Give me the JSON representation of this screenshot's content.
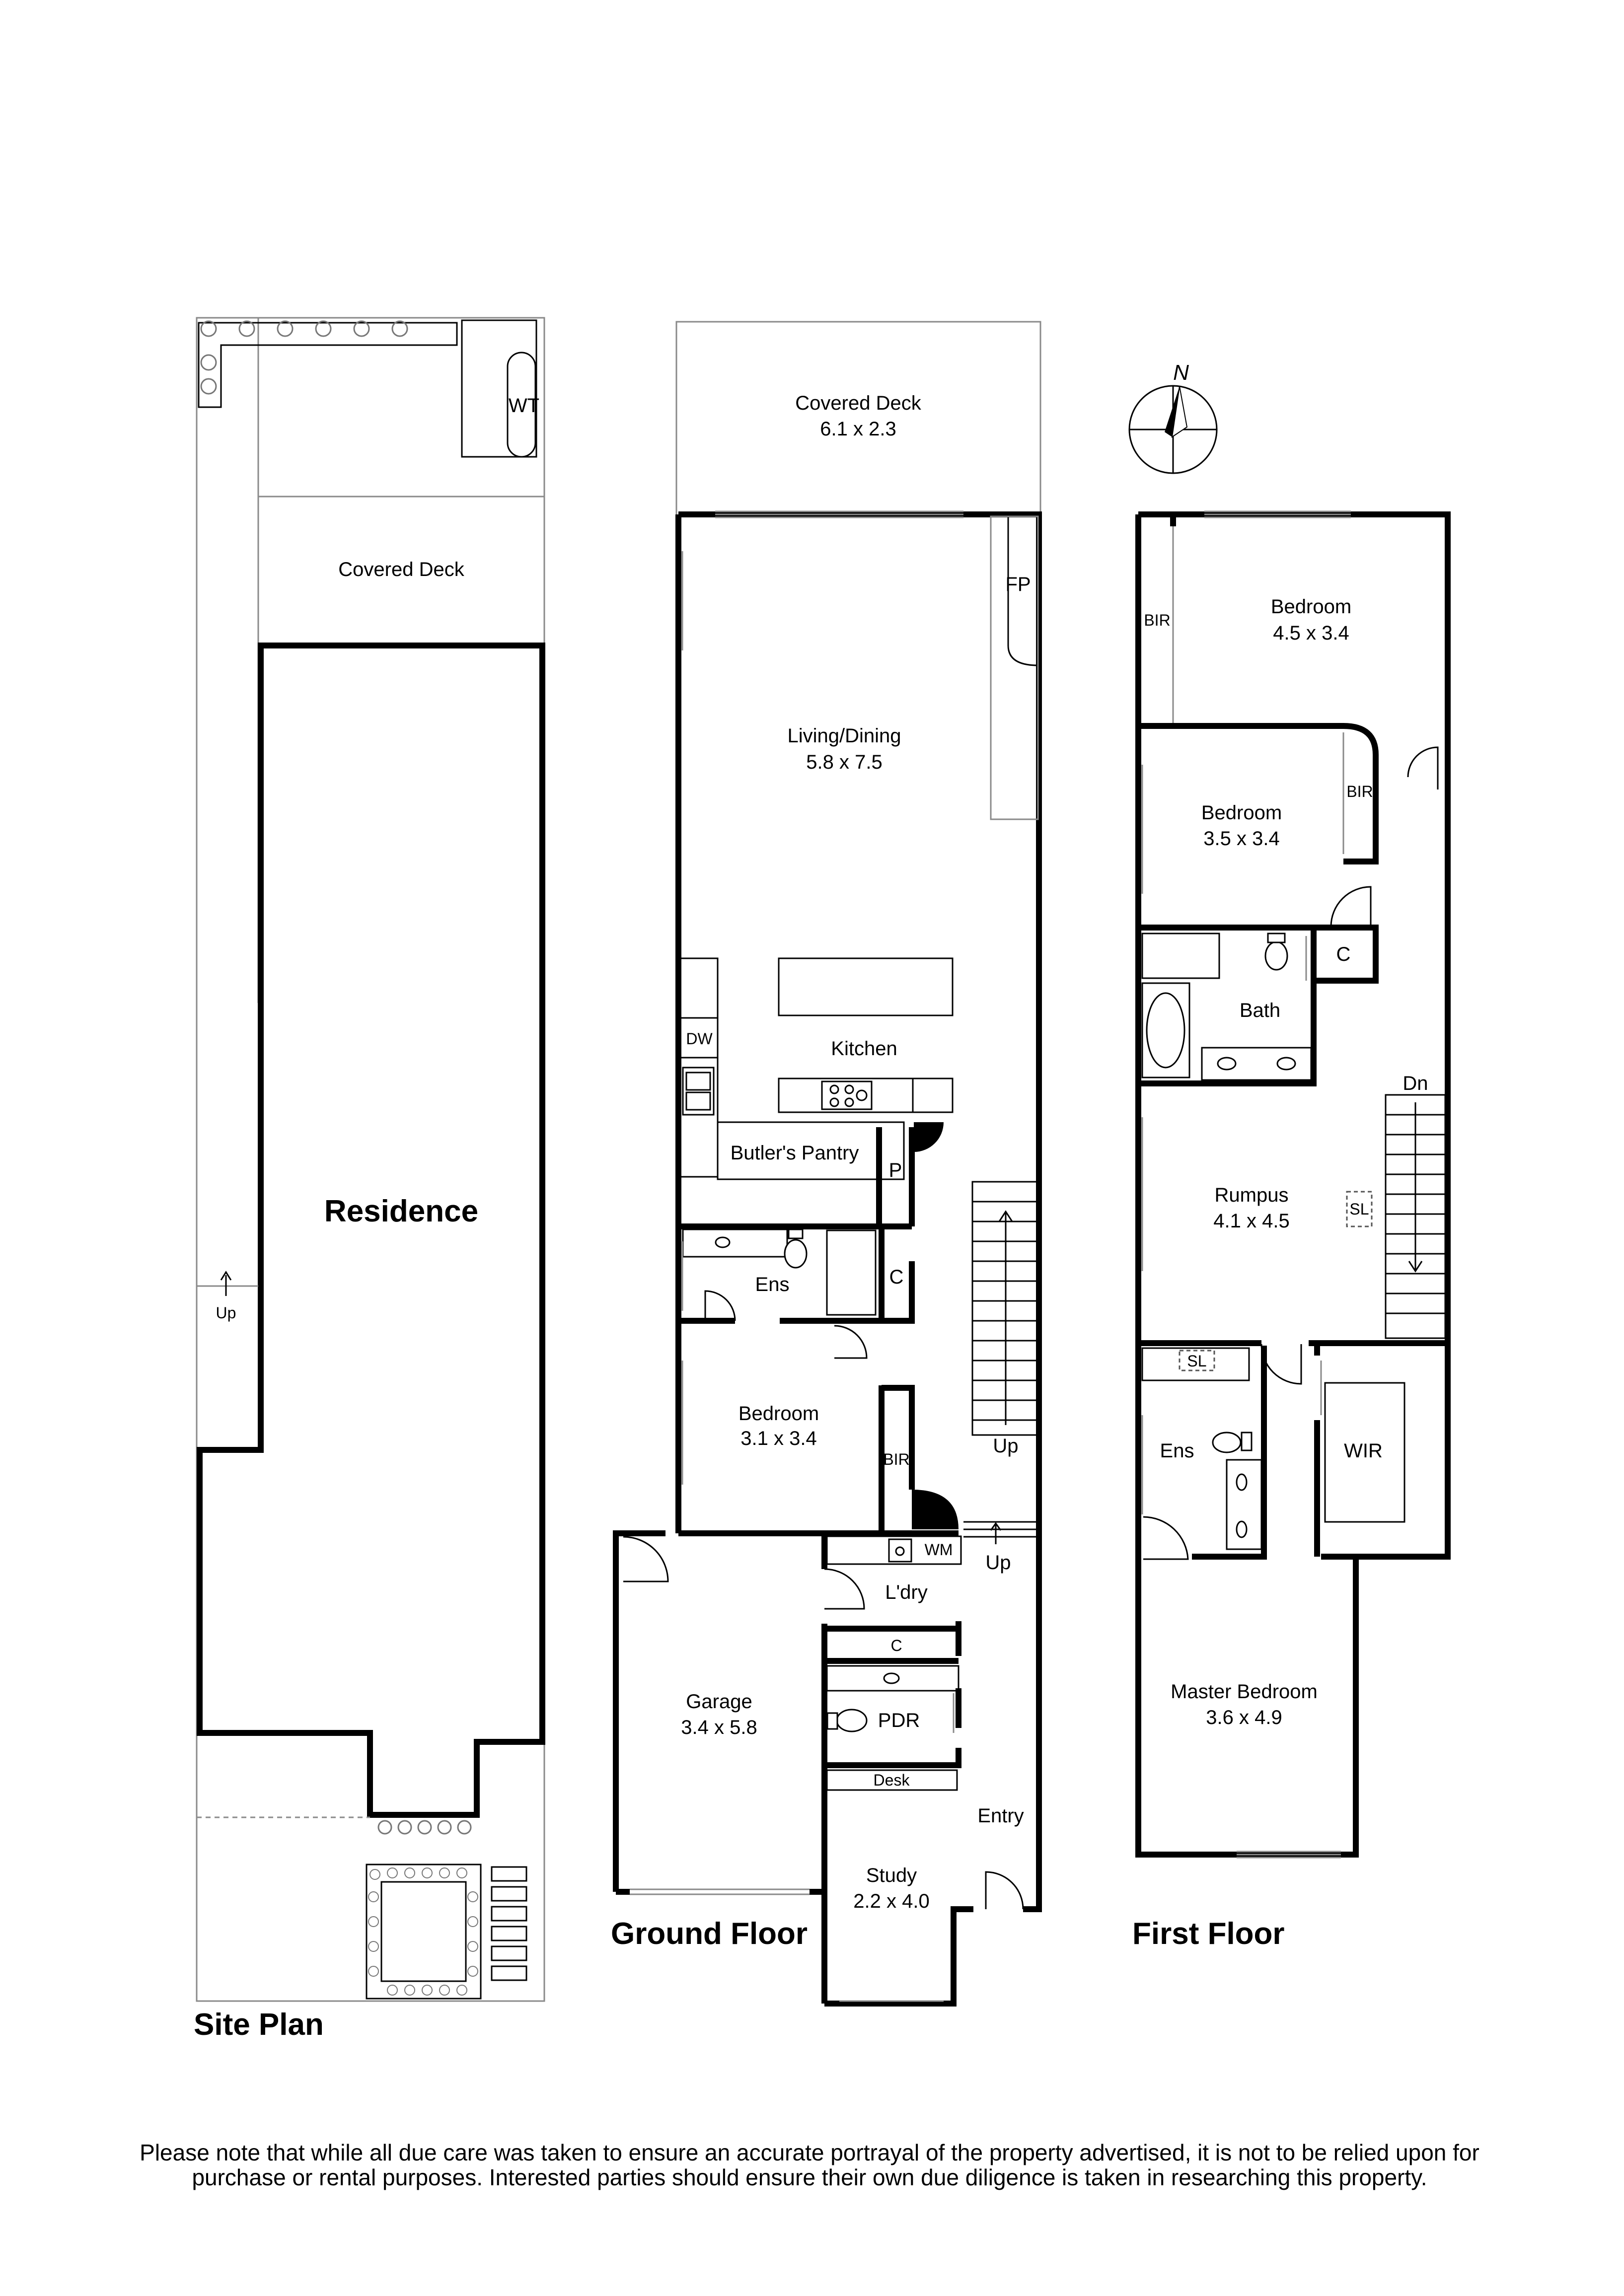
{
  "site_plan": {
    "title": "Site Plan",
    "residence": "Residence",
    "covered_deck": "Covered Deck",
    "water_tank": "WT",
    "up": "Up"
  },
  "ground_floor": {
    "title": "Ground Floor",
    "covered_deck": {
      "name": "Covered Deck",
      "size": "6.1 x 2.3"
    },
    "fireplace": "FP",
    "living_dining": {
      "name": "Living/Dining",
      "size": "5.8 x 7.5"
    },
    "dishwasher": "DW",
    "kitchen": "Kitchen",
    "butlers_pantry": "Butler's Pantry",
    "pantry": "P",
    "ensuite": "Ens",
    "cupboard": "C",
    "bedroom": {
      "name": "Bedroom",
      "size": "3.1 x 3.4"
    },
    "built_in_robe": "BIR",
    "stairs_up": "Up",
    "entry_up": "Up",
    "washing_machine": "WM",
    "laundry": "L'dry",
    "garage": {
      "name": "Garage",
      "size": "3.4 x 5.8"
    },
    "linen_cupboard": "C",
    "powder_room": "PDR",
    "desk": "Desk",
    "entry": "Entry",
    "study": {
      "name": "Study",
      "size": "2.2 x 4.0"
    }
  },
  "first_floor": {
    "title": "First Floor",
    "north": "N",
    "bedroom_1": {
      "name": "Bedroom",
      "size": "4.5 x 3.4"
    },
    "bir_1": "BIR",
    "bedroom_2": {
      "name": "Bedroom",
      "size": "3.5 x 3.4"
    },
    "bir_2": "BIR",
    "cupboard": "C",
    "bath": "Bath",
    "down": "Dn",
    "skylight_1": "SL",
    "rumpus": {
      "name": "Rumpus",
      "size": "4.1 x 4.5"
    },
    "skylight_2": "SL",
    "ensuite": "Ens",
    "walk_in_robe": "WIR",
    "master_bedroom": {
      "name": "Master Bedroom",
      "size": "3.6 x 4.9"
    }
  },
  "disclaimer": "Please note that while all due care was taken to ensure an accurate portrayal of the property advertised, it is not to be relied upon for purchase or rental purposes. Interested parties should ensure their own due diligence is taken in researching this property."
}
